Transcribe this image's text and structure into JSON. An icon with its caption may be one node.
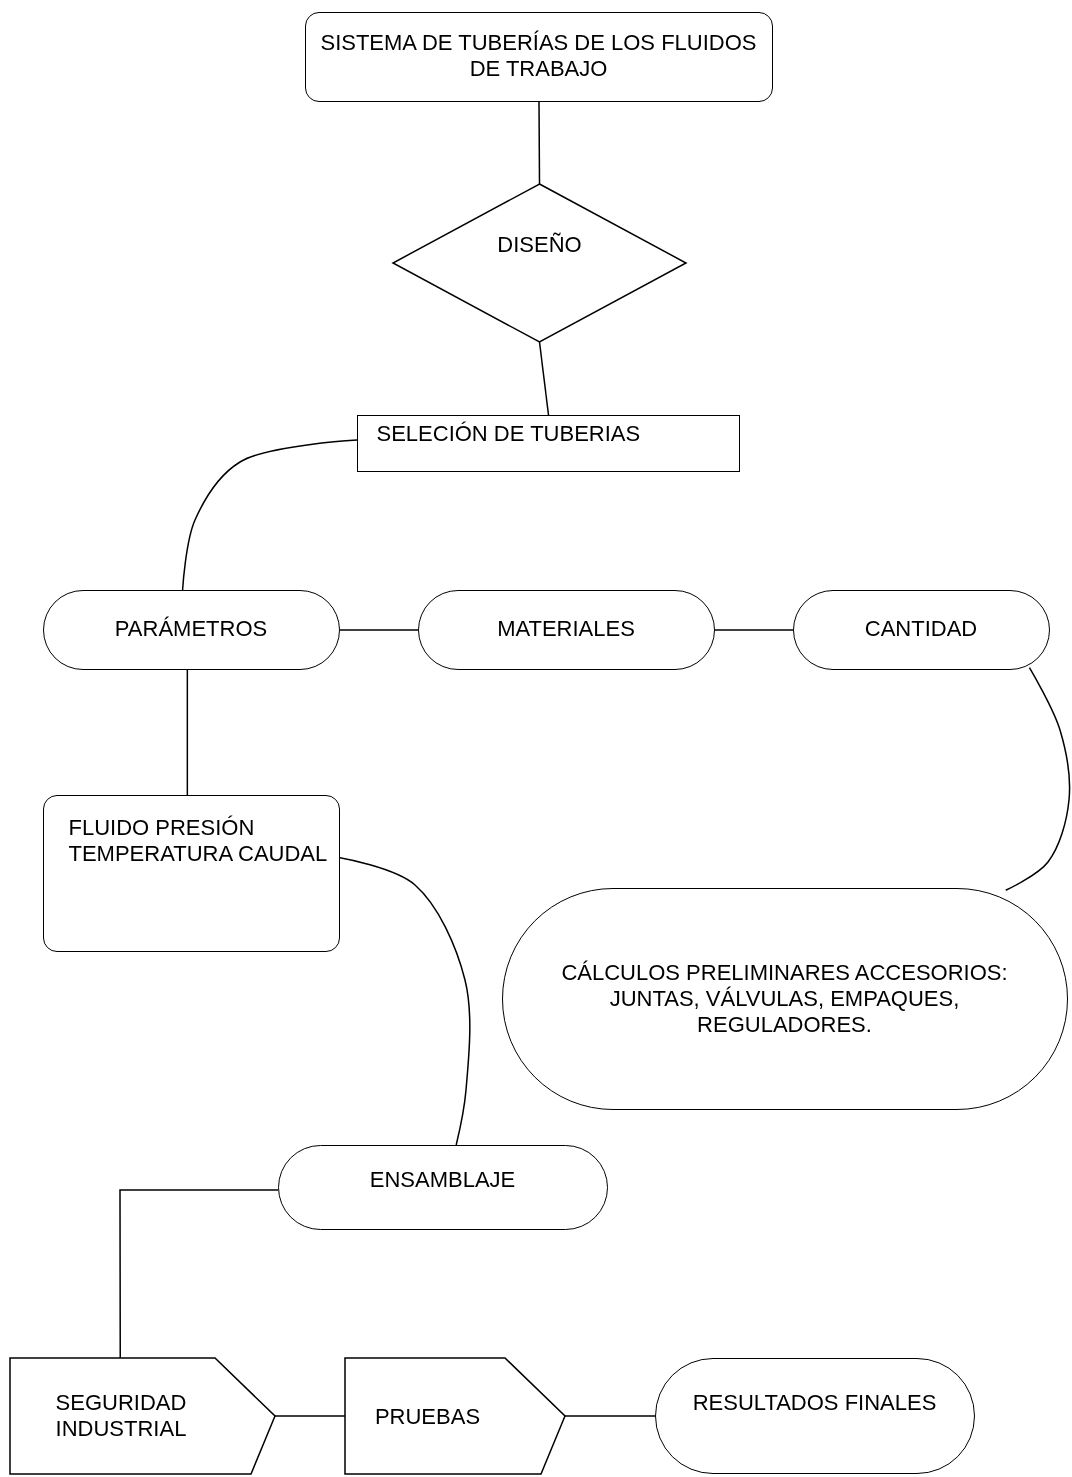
{
  "diagram": {
    "nodes": [
      {
        "text": [
          "SISTEMA DE TUBERÍAS DE LOS FLUIDOS DE TRABAJO"
        ]
      },
      {
        "text": [
          "DISEÑO"
        ]
      },
      {
        "text": [
          "SELECIÓN DE TUBERIAS"
        ]
      },
      {
        "text": [
          "PARÁMETROS"
        ]
      },
      {
        "text": [
          "MATERIALES"
        ]
      },
      {
        "text": [
          "CANTIDAD"
        ]
      },
      {
        "text": [
          "FLUIDO PRESIÓN TEMPERATURA CAUDAL"
        ]
      },
      {
        "text": [
          "CÁLCULOS PRELIMINARES ACCESORIOS: JUNTAS, VÁLVULAS, EMPAQUES, REGULADORES."
        ]
      },
      {
        "text": [
          "ENSAMBLAJE"
        ]
      },
      {
        "text": [
          "SEGURIDAD INDUSTRIAL"
        ]
      },
      {
        "text": [
          "PRUEBAS"
        ]
      },
      {
        "text": [
          "RESULTADOS FINALES"
        ]
      }
    ],
    "edges": [
      {
        "from": 0,
        "to": 1,
        "arrow": "none"
      },
      {
        "from": 1,
        "to": 2,
        "arrow": "none"
      },
      {
        "from": 2,
        "to": 3,
        "arrow": "none"
      },
      {
        "from": 3,
        "to": 4,
        "arrow": "none"
      },
      {
        "from": 4,
        "to": 5,
        "arrow": "none"
      },
      {
        "from": 5,
        "to": 7,
        "arrow": "none"
      },
      {
        "from": 3,
        "to": 6,
        "arrow": "none"
      },
      {
        "from": 6,
        "to": 8,
        "arrow": "none"
      },
      {
        "from": 8,
        "to": 9,
        "arrow": "none"
      },
      {
        "from": 9,
        "to": 10,
        "arrow": "none"
      },
      {
        "from": 10,
        "to": 11,
        "arrow": "none"
      }
    ]
  }
}
